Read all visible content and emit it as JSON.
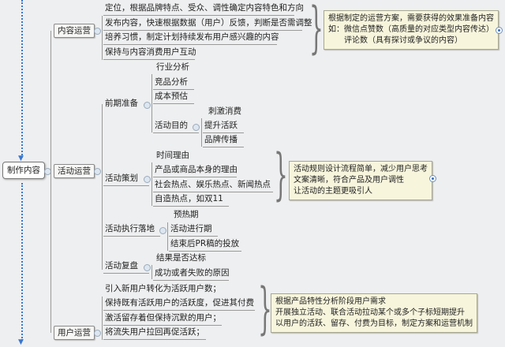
{
  "root": "制作内容",
  "branches": {
    "content": {
      "label": "内容运营",
      "items": [
        "定位，根据品牌特点、受众、调性确定内容特色和方向",
        "发布内容，快速根据数据（用户）反馈，判断是否需调整",
        "培养习惯，制定计划持续发布用户感兴趣的内容",
        "保持与内容消费用户互动"
      ],
      "note": [
        "根据制定的运营方案，需要获得的效果准备内容",
        "如：微信点赞数（高质量的对应类型内容传达）",
        "　　评论数（具有探讨或争议的内容）"
      ]
    },
    "activity": {
      "label": "活动运营",
      "prep": {
        "label": "前期准备",
        "items": [
          "行业分析",
          "竞品分析",
          "成本预估"
        ],
        "goal": {
          "label": "活动目的",
          "items": [
            "刺激消费",
            "提升活跃",
            "品牌传播"
          ]
        }
      },
      "plan": {
        "label": "活动策划",
        "items": [
          "时间理由",
          "产品或商品本身的理由",
          "社会热点、娱乐热点、新闻热点",
          "自造热点，如双11"
        ],
        "note": [
          "活动规则设计流程简单，减少用户思考",
          "文案清晰，符合产品及用户调性",
          "让活动的主题更吸引人"
        ]
      },
      "exec": {
        "label": "活动执行落地",
        "items": [
          "预热期",
          "活动进行期",
          "结束后PR稿的投放"
        ]
      },
      "review": {
        "label": "活动复盘",
        "items": [
          "结果是否达标",
          "成功或者失败的原因"
        ]
      }
    },
    "user": {
      "label": "用户运营",
      "items": [
        "引入新用户转化为活跃用户数；",
        "保持既有活跃用户的活跃度，促进其付费",
        "激活留存着但保持沉默的用户；",
        "将流失用户拉回再促活跃；"
      ],
      "note": [
        "根据产品特性分析阶段用户需求",
        "开展独立活动、联合活动拉动某个或多个子标短期提升",
        "以用户的活跃、留存、付费为目标，制定方案和运营机制"
      ]
    }
  }
}
